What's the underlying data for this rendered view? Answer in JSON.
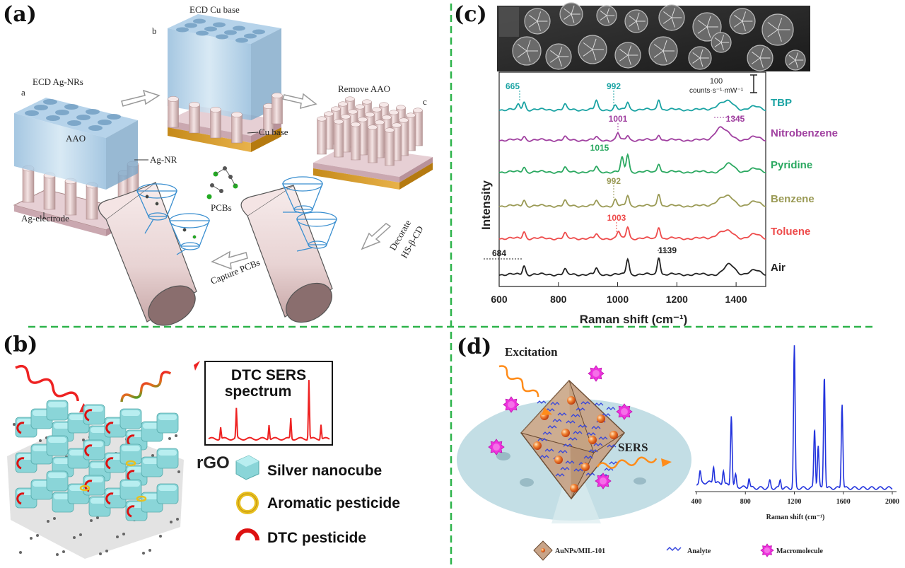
{
  "panels": {
    "a": {
      "letter": "(a)",
      "step_a": "a",
      "step_b": "b",
      "step_c": "c",
      "ecd_ag_nrs": "ECD Ag-NRs",
      "ecd_cu_base": "ECD Cu base",
      "remove_aao": "Remove AAO",
      "aao": "AAO",
      "ag_nr": "Ag-NR",
      "cu_base": "Cu base",
      "ag_electrode": "Ag-electrode",
      "pcbs": "PCBs",
      "capture_pcbs": "Capture PCBs",
      "decorate": "Decorate",
      "hs_cd": "HS-β-CD"
    },
    "b": {
      "letter": "(b)",
      "spectrum_title_1": "DTC SERS",
      "spectrum_title_2": "spectrum",
      "rgo": "rGO",
      "legend": [
        {
          "label": "Silver nanocube",
          "icon": "cube-icon"
        },
        {
          "label": "Aromatic pesticide",
          "icon": "ring-icon"
        },
        {
          "label": "DTC pesticide",
          "icon": "arc-icon"
        }
      ]
    },
    "c": {
      "letter": "(c)",
      "scale_value": "100",
      "scale_unit": "counts·s⁻¹·mW⁻¹",
      "ylabel": "Intensity",
      "xlabel": "Raman shift (cm⁻¹)",
      "peak_labels": [
        "665",
        "992",
        "1001",
        "1345",
        "1015",
        "992",
        "1003",
        "684",
        "1139"
      ]
    },
    "d": {
      "letter": "(d)",
      "excitation": "Excitation",
      "sers": "SERS",
      "xlabel": "Raman shift (cm⁻¹)",
      "legend": [
        {
          "label": "AuNPs/MIL-101",
          "icon": "octahedron-icon"
        },
        {
          "label": "Analyte",
          "icon": "analyte-icon"
        },
        {
          "label": "Macromolecule",
          "icon": "star-icon"
        }
      ]
    }
  },
  "colors": {
    "divider": "#2db34a",
    "tbp": "#1aa3a3",
    "nitrobenzene": "#a040a0",
    "pyridine": "#2aa860",
    "benzene": "#9a9a55",
    "toluene": "#ee4b4b",
    "air": "#222222",
    "d_spectrum": "#2233dd"
  },
  "chart_data": [
    {
      "type": "line",
      "panel": "c",
      "xlabel": "Raman shift (cm⁻¹)",
      "ylabel": "Intensity",
      "xlim": [
        600,
        1500
      ],
      "xticks": [
        600,
        800,
        1000,
        1200,
        1400
      ],
      "series": [
        {
          "name": "TBP",
          "offset": 5,
          "peaks": [
            [
              665,
              0.5
            ],
            [
              684,
              0.8
            ],
            [
              822,
              0.5
            ],
            [
              928,
              0.9
            ],
            [
              992,
              0.4
            ],
            [
              1034,
              0.8
            ],
            [
              1139,
              1.1
            ],
            [
              1345,
              0.5
            ],
            [
              1378,
              0.7
            ],
            [
              1465,
              0.3
            ]
          ]
        },
        {
          "name": "Nitrobenzene",
          "offset": 4,
          "peaks": [
            [
              684,
              0.4
            ],
            [
              822,
              0.3
            ],
            [
              928,
              0.3
            ],
            [
              1001,
              0.7
            ],
            [
              1034,
              0.5
            ],
            [
              1139,
              0.6
            ],
            [
              1345,
              1.2
            ],
            [
              1378,
              0.4
            ],
            [
              1465,
              0.3
            ]
          ]
        },
        {
          "name": "Pyridine",
          "offset": 3,
          "peaks": [
            [
              684,
              0.5
            ],
            [
              822,
              0.4
            ],
            [
              928,
              0.5
            ],
            [
              1015,
              1.4
            ],
            [
              1034,
              1.8
            ],
            [
              1139,
              0.9
            ],
            [
              1378,
              0.8
            ],
            [
              1465,
              0.3
            ]
          ]
        },
        {
          "name": "Benzene",
          "offset": 2,
          "peaks": [
            [
              684,
              0.6
            ],
            [
              822,
              0.5
            ],
            [
              928,
              0.5
            ],
            [
              992,
              0.6
            ],
            [
              1034,
              1.1
            ],
            [
              1139,
              1.3
            ],
            [
              1345,
              0.6
            ],
            [
              1378,
              0.8
            ],
            [
              1465,
              0.4
            ]
          ]
        },
        {
          "name": "Toluene",
          "offset": 1,
          "peaks": [
            [
              684,
              0.7
            ],
            [
              822,
              0.5
            ],
            [
              928,
              0.4
            ],
            [
              1003,
              0.7
            ],
            [
              1034,
              1.2
            ],
            [
              1139,
              1.2
            ],
            [
              1345,
              0.5
            ],
            [
              1378,
              0.6
            ],
            [
              1465,
              0.4
            ]
          ]
        },
        {
          "name": "Air",
          "offset": 0,
          "peaks": [
            [
              684,
              0.9
            ],
            [
              822,
              0.5
            ],
            [
              928,
              0.6
            ],
            [
              1034,
              1.6
            ],
            [
              1139,
              1.8
            ],
            [
              1378,
              1.0
            ],
            [
              1465,
              0.4
            ]
          ]
        }
      ]
    },
    {
      "type": "line",
      "panel": "d",
      "xlabel": "Raman shift (cm⁻¹)",
      "xlim": [
        400,
        2000
      ],
      "xticks": [
        400,
        800,
        1200,
        1600,
        2000
      ],
      "peaks": [
        [
          430,
          0.08
        ],
        [
          540,
          0.12
        ],
        [
          620,
          0.1
        ],
        [
          685,
          0.5
        ],
        [
          720,
          0.08
        ],
        [
          830,
          0.07
        ],
        [
          1000,
          0.05
        ],
        [
          1085,
          0.06
        ],
        [
          1200,
          1.0
        ],
        [
          1365,
          0.42
        ],
        [
          1395,
          0.3
        ],
        [
          1445,
          0.8
        ],
        [
          1590,
          0.6
        ]
      ]
    },
    {
      "type": "line",
      "panel": "b",
      "title": "DTC SERS spectrum",
      "peaks": [
        [
          0.1,
          0.2
        ],
        [
          0.23,
          0.5
        ],
        [
          0.5,
          0.25
        ],
        [
          0.68,
          0.35
        ],
        [
          0.83,
          1.0
        ],
        [
          0.93,
          0.25
        ]
      ]
    }
  ]
}
